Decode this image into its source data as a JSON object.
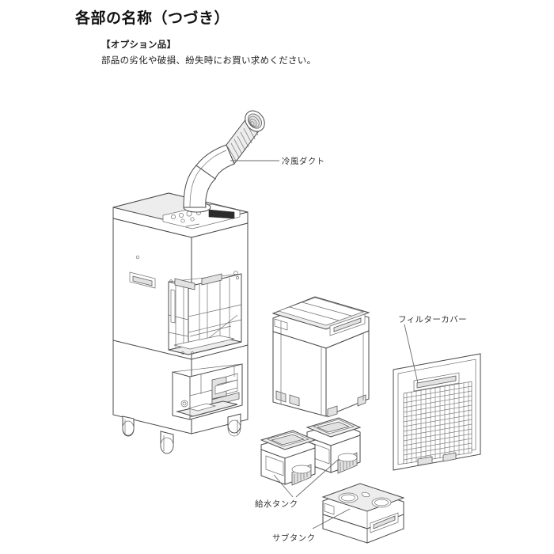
{
  "page": {
    "title": "各部の名称（つづき）",
    "section_heading": "【オプション品】",
    "section_body": "部品の劣化や破損、紛失時にお買い求めください。",
    "background_color": "#ffffff",
    "line_color": "#4a4a4a",
    "text_color": "#222222"
  },
  "callouts": [
    {
      "id": "duct",
      "label": "冷風ダクト",
      "target": "flexible-cold-air-duct"
    },
    {
      "id": "filter",
      "label": "フィルターカバー",
      "target": "filter-cover-panel"
    },
    {
      "id": "tank",
      "label": "給水タンク",
      "target": "water-supply-tanks"
    },
    {
      "id": "subtank",
      "label": "サブタンク",
      "target": "sub-tank-tray"
    }
  ],
  "parts": [
    {
      "name": "main-unit",
      "description": "spot-cooler main body with open front, control panel on top and casters"
    },
    {
      "name": "flexible-cold-air-duct",
      "description": "corrugated flexible hose bent, mounted on top of main unit"
    },
    {
      "name": "control-panel",
      "description": "panel with round buttons and dark display window"
    },
    {
      "name": "cabinet-box",
      "description": "rectangular cabinet with side handles"
    },
    {
      "name": "filter-cover-panel",
      "description": "flat panel with mesh grille and handle slot"
    },
    {
      "name": "water-supply-tanks",
      "description": "two tanks with threaded caps"
    },
    {
      "name": "sub-tank-tray",
      "description": "shallow tray with two round openings and front handle slot"
    }
  ]
}
